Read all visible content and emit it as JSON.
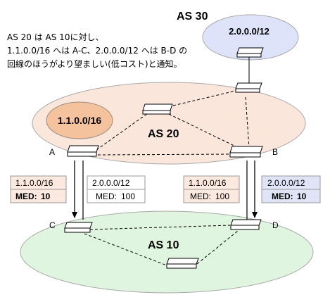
{
  "note": {
    "lines": [
      "AS 20 は AS 10に対し、",
      "1.1.0.0/16 へは A-C、2.0.0.0/12 へは B-D の",
      "回線のほうがより望ましい(低コスト)と通知。"
    ]
  },
  "as30": {
    "label": "AS 30",
    "prefix": "2.0.0.0/12"
  },
  "as20": {
    "label": "AS 20",
    "prefix": "1.1.0.0/16"
  },
  "as10": {
    "label": "AS 10"
  },
  "routers": {
    "a": "A",
    "b": "B",
    "c": "C",
    "d": "D"
  },
  "med_boxes": [
    {
      "prefix": "1.1.0.0/16",
      "med_label": "MED:",
      "med_value": "10",
      "bold": true
    },
    {
      "prefix": "2.0.0.0/12",
      "med_label": "MED:",
      "med_value": "100",
      "bold": false
    },
    {
      "prefix": "1.1.0.0/16",
      "med_label": "MED:",
      "med_value": "100",
      "bold": false
    },
    {
      "prefix": "2.0.0.0/12",
      "med_label": "MED:",
      "med_value": "10",
      "bold": true
    }
  ],
  "colors": {
    "as30_fill": "#dde3f8",
    "as20_fill": "#fbe6dc",
    "as20_prefix_fill": "#f4c39e",
    "as10_fill": "#dff5df",
    "box_1_1_fill": "#fbe8df",
    "box_2_0_fill": "#dfe4f7"
  }
}
